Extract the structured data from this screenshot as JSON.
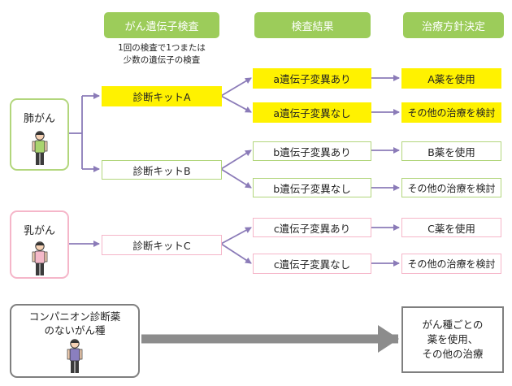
{
  "headers": {
    "test": "がん遺伝子検査",
    "result": "検査結果",
    "treatment": "治療方針決定"
  },
  "test_note": [
    "1回の検査で1つまたは",
    "少数の遺伝子の検査"
  ],
  "groups": [
    {
      "patient": "肺がん",
      "kits": [
        {
          "label": "診断キットA",
          "results": [
            {
              "result": "a遺伝子変異あり",
              "treatment": "A薬を使用"
            },
            {
              "result": "a遺伝子変異なし",
              "treatment": "その他の治療を検討"
            }
          ]
        },
        {
          "label": "診断キットB",
          "results": [
            {
              "result": "b遺伝子変異あり",
              "treatment": "B薬を使用"
            },
            {
              "result": "b遺伝子変異なし",
              "treatment": "その他の治療を検討"
            }
          ]
        }
      ]
    },
    {
      "patient": "乳がん",
      "kits": [
        {
          "label": "診断キットC",
          "results": [
            {
              "result": "c遺伝子変異あり",
              "treatment": "C薬を使用"
            },
            {
              "result": "c遺伝子変異なし",
              "treatment": "その他の治療を検討"
            }
          ]
        }
      ]
    }
  ],
  "no_companion": {
    "label": [
      "コンパニオン診断薬",
      "のないがん種"
    ],
    "outcome": [
      "がん種ごとの",
      "薬を使用、",
      "その他の治療"
    ]
  },
  "colors": {
    "header_green": "#9ccc5a",
    "highlight_yellow": "#fff200",
    "green_border": "#b2d67c",
    "pink_border": "#f5b6c9",
    "arrow_purple": "#8b7bb8",
    "gray_border": "#7f7f7f",
    "big_arrow_gray": "#8c8c8c"
  }
}
